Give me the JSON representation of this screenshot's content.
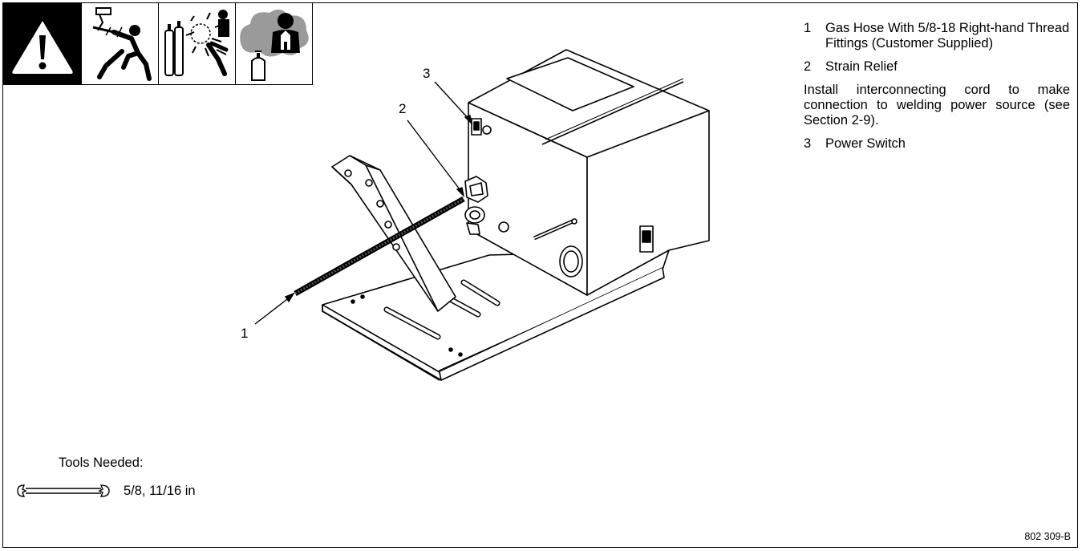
{
  "callouts": [
    {
      "num": "1"
    },
    {
      "num": "2"
    },
    {
      "num": "3"
    }
  ],
  "legend": [
    {
      "num": "1",
      "text": "Gas Hose With 5/8-18 Right-hand Thread Fittings (Customer Supplied)"
    },
    {
      "num": "2",
      "text": "Strain Relief"
    },
    {
      "note": "Install interconnecting cord to make connection to welding power source (see Section 2-9)."
    },
    {
      "num": "3",
      "text": "Power Switch"
    }
  ],
  "tools": {
    "label": "Tools Needed:",
    "sizes": "5/8, 11/16 in",
    "icon": "wrench-icon"
  },
  "figure_ref": "802 309-B",
  "warning_icons": [
    "exclamation-warning-icon",
    "electric-shock-icon",
    "cylinder-explosion-icon",
    "fumes-gases-icon"
  ]
}
